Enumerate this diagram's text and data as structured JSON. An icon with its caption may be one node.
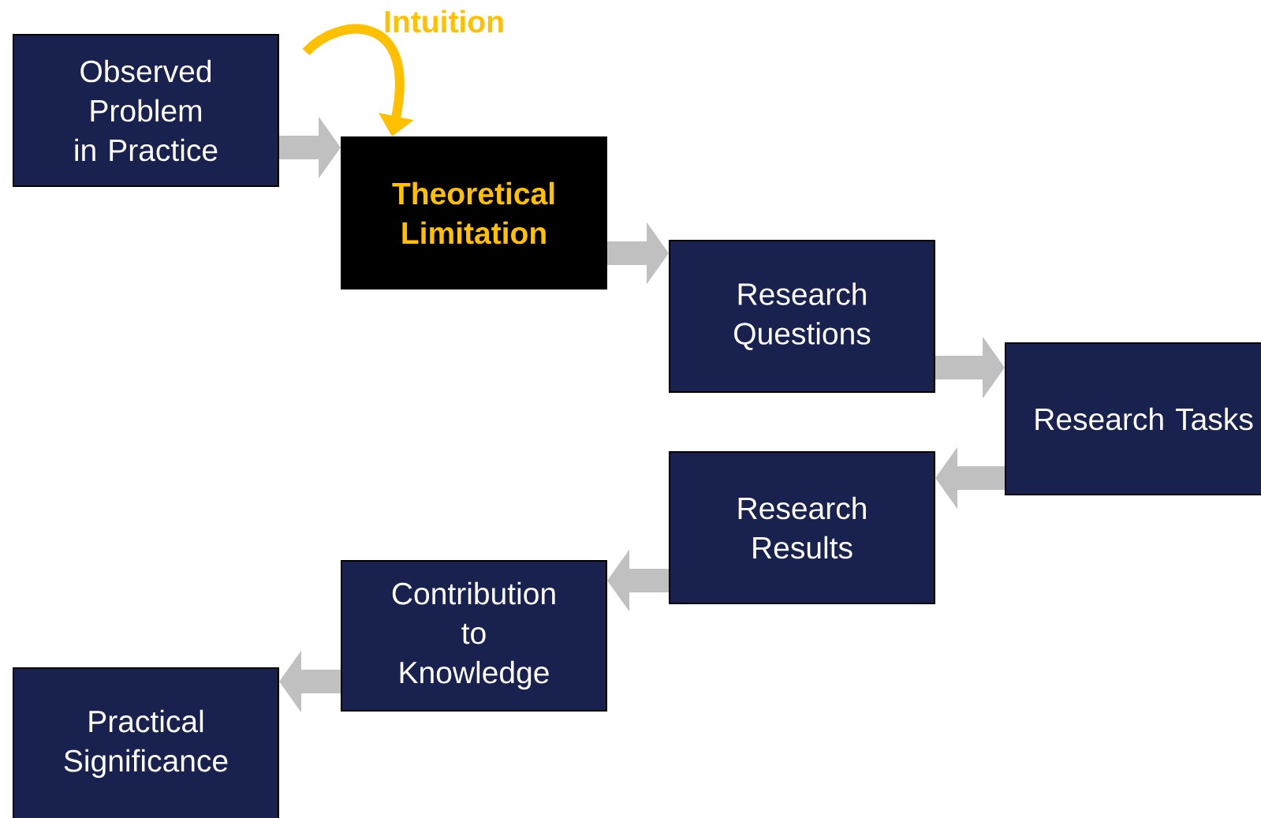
{
  "diagram": {
    "nodes": [
      {
        "text": [
          "Observed Problem in Practice"
        ]
      },
      {
        "text": [
          "Theoretical Limitation"
        ]
      },
      {
        "text": [
          "Research Questions"
        ]
      },
      {
        "text": [
          "Research Tasks"
        ]
      },
      {
        "text": [
          "Research Results"
        ]
      },
      {
        "text": [
          "Contribution to Knowledge"
        ]
      },
      {
        "text": [
          "Practical Significance"
        ]
      }
    ],
    "edges": [
      {
        "from": 0,
        "to": 1,
        "arrow": "to"
      },
      {
        "from": 1,
        "to": 2,
        "arrow": "to"
      },
      {
        "from": 2,
        "to": 3,
        "arrow": "to"
      },
      {
        "from": 3,
        "to": 4,
        "arrow": "to"
      },
      {
        "from": 4,
        "to": 5,
        "arrow": "to"
      },
      {
        "from": 5,
        "to": 6,
        "arrow": "to"
      },
      {
        "from": null,
        "to": 1,
        "arrow": "to",
        "label": "Intuition",
        "color": "#ffc000"
      }
    ]
  }
}
